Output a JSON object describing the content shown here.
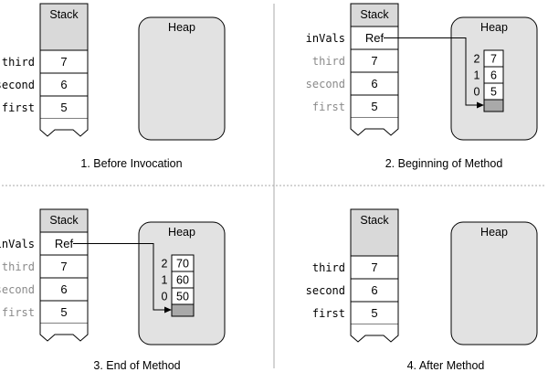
{
  "colors": {
    "stack_header": "#d9d9d9",
    "heap_fill": "#e2e2e2",
    "line": "#000000",
    "var_active": "#000000",
    "var_inactive": "#8a8a8a",
    "divider": "#a8a8a8",
    "slot_ghost": "#a9a9a9"
  },
  "stack_header": "Stack",
  "heap_header": "Heap",
  "ref_label": "Ref",
  "panels": [
    {
      "caption": "1. Before Invocation",
      "frames": [
        {
          "name": "third",
          "value": "7",
          "active": true
        },
        {
          "name": "second",
          "value": "6",
          "active": true
        },
        {
          "name": "first",
          "value": "5",
          "active": true
        }
      ],
      "invals": null,
      "array": null
    },
    {
      "caption": "2. Beginning of Method",
      "frames": [
        {
          "name": "third",
          "value": "7",
          "active": false
        },
        {
          "name": "second",
          "value": "6",
          "active": false
        },
        {
          "name": "first",
          "value": "5",
          "active": false
        }
      ],
      "invals": {
        "name": "inVals",
        "value": "Ref"
      },
      "array": {
        "indices": [
          "2",
          "1",
          "0"
        ],
        "values": [
          "7",
          "6",
          "5"
        ]
      }
    },
    {
      "caption": "3. End of Method",
      "frames": [
        {
          "name": "third",
          "value": "7",
          "active": false
        },
        {
          "name": "second",
          "value": "6",
          "active": false
        },
        {
          "name": "first",
          "value": "5",
          "active": false
        }
      ],
      "invals": {
        "name": "inVals",
        "value": "Ref"
      },
      "array": {
        "indices": [
          "2",
          "1",
          "0"
        ],
        "values": [
          "70",
          "60",
          "50"
        ]
      }
    },
    {
      "caption": "4. After Method",
      "frames": [
        {
          "name": "third",
          "value": "7",
          "active": true
        },
        {
          "name": "second",
          "value": "6",
          "active": true
        },
        {
          "name": "first",
          "value": "5",
          "active": true
        }
      ],
      "invals": null,
      "array": null
    }
  ]
}
